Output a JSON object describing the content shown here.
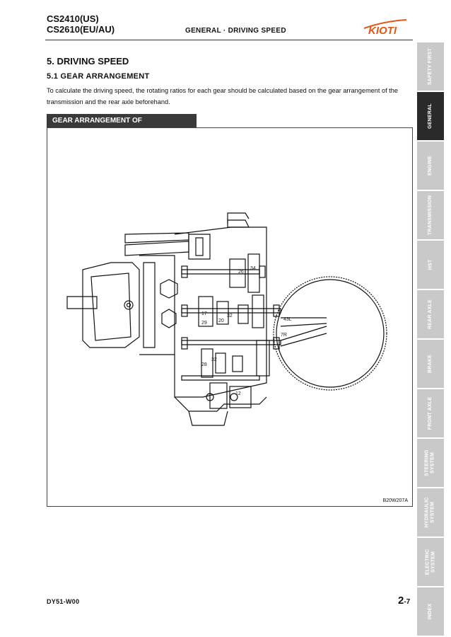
{
  "header": {
    "model_1": "CS2410(US)",
    "model_2": "CS2610(EU/AU)",
    "section": "GENERAL · DRIVING SPEED",
    "logo_text": "KIOTI",
    "logo_color": "#e1571b"
  },
  "content": {
    "section_title": "5. DRIVING SPEED",
    "subsection_title": "5.1   GEAR ARRANGEMENT",
    "body": "To calculate the driving speed, the rotating ratios for each gear should be calculated based on the gear arrangement of the transmission and the rear axle beforehand.",
    "figure_caption": "GEAR ARRANGEMENT OF TRANSMISSION",
    "figure_code": "B20W207A",
    "part_labels": {
      "p26": "26",
      "p34": "34",
      "p17": "17",
      "p29": "29",
      "p20": "20",
      "p32a": "32",
      "p43l": "43L",
      "p7r": "7R",
      "p32b": "32",
      "p28": "28",
      "p12": "12"
    }
  },
  "tabs": [
    {
      "label": "SAFETY FIRST",
      "active": false
    },
    {
      "label": "GENERAL",
      "active": true
    },
    {
      "label": "ENGINE",
      "active": false
    },
    {
      "label": "TRANSMISSION",
      "active": false
    },
    {
      "label": "HST",
      "active": false
    },
    {
      "label": "REAR AXLE",
      "active": false
    },
    {
      "label": "BRAKE",
      "active": false
    },
    {
      "label": "FRONT AXLE",
      "active": false
    },
    {
      "label": "STEERING\nSYSTEM",
      "active": false
    },
    {
      "label": "HYDRAULIC\nSYSTEM",
      "active": false
    },
    {
      "label": "ELECTRIC\nSYSTEM",
      "active": false
    },
    {
      "label": "INDEX",
      "active": false
    }
  ],
  "footer": {
    "code": "DY51-W00",
    "page_major": "2",
    "page_minor": "-7"
  }
}
